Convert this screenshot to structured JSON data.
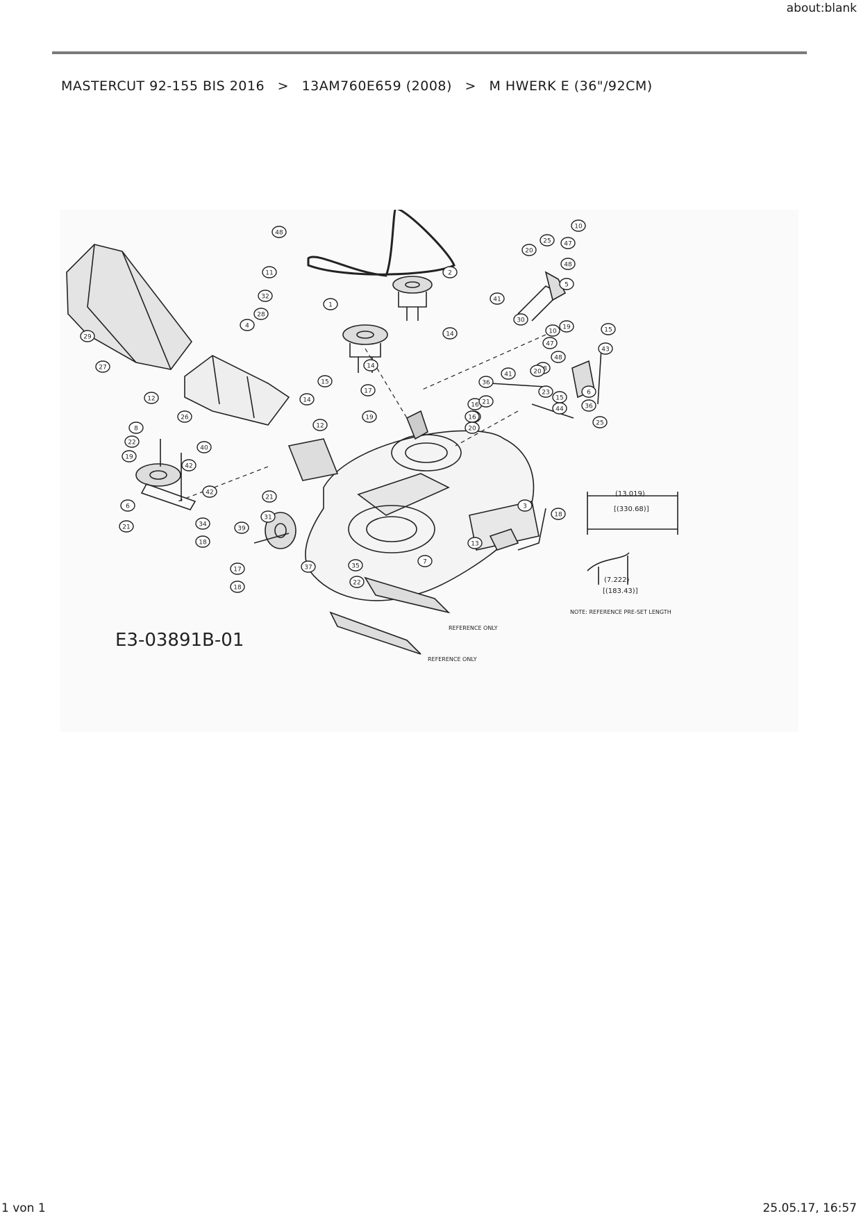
{
  "browser_header": {
    "url": "about:blank"
  },
  "breadcrumb": {
    "items": [
      "MASTERCUT 92-155 BIS 2016",
      "13AM760E659 (2008)",
      "M HWERK E (36\"/92CM)"
    ],
    "separator": ">"
  },
  "diagram": {
    "figure_id": "E3-03891B-01",
    "notes": {
      "dim_top": "(13.019)",
      "dim_top_metric": "[(330.68)]",
      "dim_bottom": "(7.222)",
      "dim_bottom_metric": "[(183.43)]",
      "note": "NOTE: REFERENCE PRE-SET LENGTH",
      "ref1": "REFERENCE ONLY",
      "ref2": "REFERENCE ONLY"
    },
    "callouts": [
      "48",
      "2",
      "1",
      "14",
      "14",
      "11",
      "32",
      "28",
      "4",
      "29",
      "27",
      "12",
      "26",
      "15",
      "14",
      "17",
      "12",
      "19",
      "8",
      "22",
      "40",
      "42",
      "19",
      "6",
      "42",
      "21",
      "34",
      "18",
      "21",
      "31",
      "39",
      "17",
      "37",
      "35",
      "22",
      "18",
      "7",
      "3",
      "13",
      "16",
      "20",
      "10",
      "47",
      "48",
      "28",
      "20",
      "36",
      "41",
      "23",
      "15",
      "44",
      "21",
      "16",
      "20",
      "6",
      "36",
      "25",
      "18",
      "25",
      "20",
      "10",
      "47",
      "48",
      "5",
      "41",
      "30",
      "19",
      "15",
      "43"
    ]
  },
  "footer": {
    "page": "1 von 1",
    "timestamp": "25.05.17, 16:57"
  }
}
